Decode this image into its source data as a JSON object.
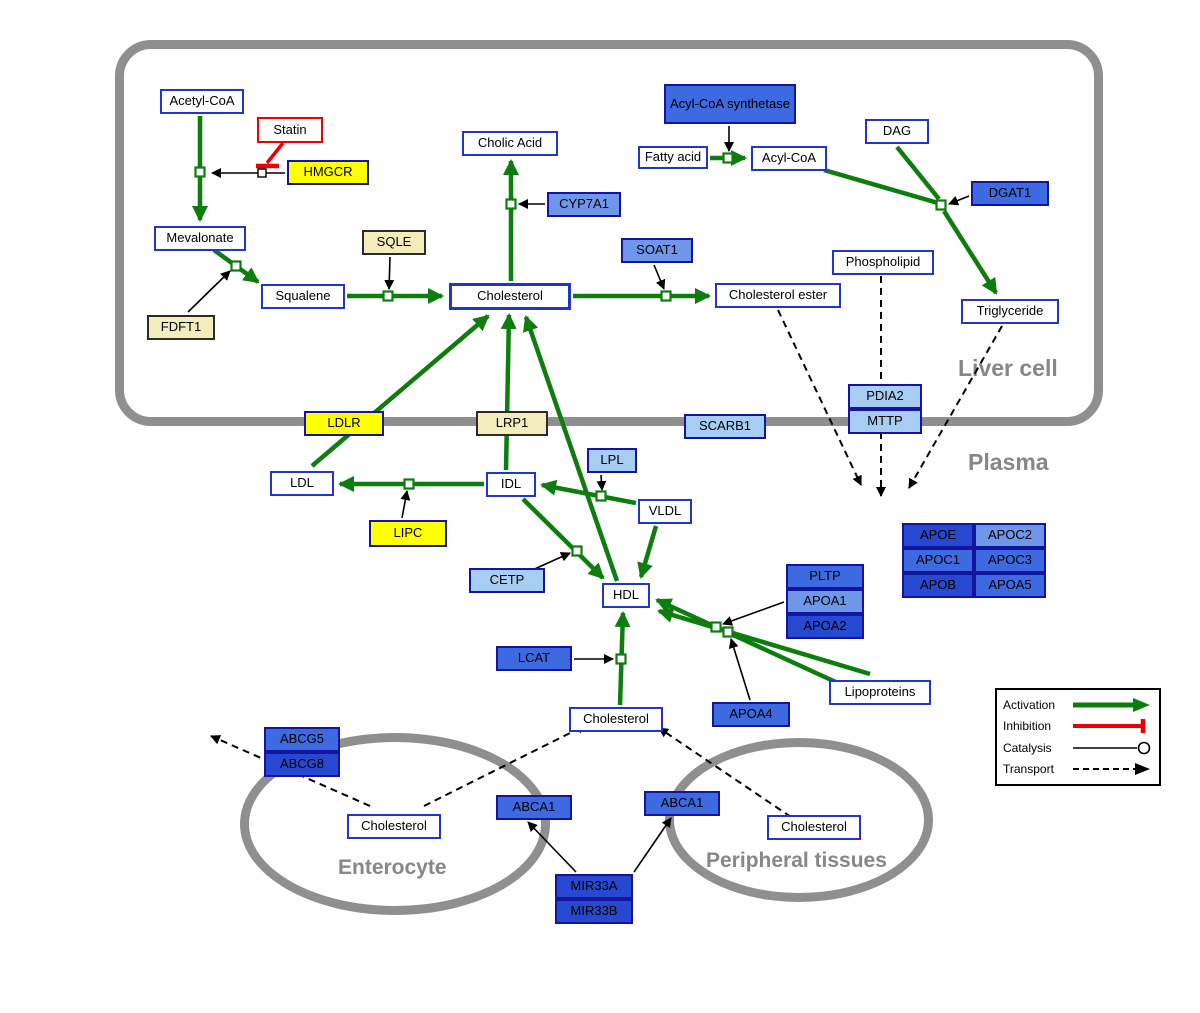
{
  "regions": {
    "liver": {
      "label": "Liver cell"
    },
    "plasma": {
      "label": "Plasma"
    },
    "enterocyte": {
      "label": "Enterocyte"
    },
    "peripheral": {
      "label": "Peripheral tissues"
    }
  },
  "nodes": {
    "acetyl_coa": {
      "label": "Acetyl-CoA",
      "type": "metabolite"
    },
    "mevalonate": {
      "label": "Mevalonate",
      "type": "metabolite"
    },
    "squalene": {
      "label": "Squalene",
      "type": "metabolite"
    },
    "cholesterol_liver": {
      "label": "Cholesterol",
      "type": "metabolite"
    },
    "cholic_acid": {
      "label": "Cholic Acid",
      "type": "metabolite"
    },
    "fatty_acid": {
      "label": "Fatty acid",
      "type": "metabolite"
    },
    "acyl_coa": {
      "label": "Acyl-CoA",
      "type": "metabolite"
    },
    "dag": {
      "label": "DAG",
      "type": "metabolite"
    },
    "phospholipid": {
      "label": "Phospholipid",
      "type": "metabolite"
    },
    "triglyceride": {
      "label": "Triglyceride",
      "type": "metabolite"
    },
    "cholesterol_ester": {
      "label": "Cholesterol ester",
      "type": "metabolite"
    },
    "ldl": {
      "label": "LDL",
      "type": "metabolite"
    },
    "idl": {
      "label": "IDL",
      "type": "metabolite"
    },
    "vldl": {
      "label": "VLDL",
      "type": "metabolite"
    },
    "hdl": {
      "label": "HDL",
      "type": "metabolite"
    },
    "cholesterol_plasma": {
      "label": "Cholesterol",
      "type": "metabolite"
    },
    "cholesterol_enterocyte": {
      "label": "Cholesterol",
      "type": "metabolite"
    },
    "cholesterol_peripheral": {
      "label": "Cholesterol",
      "type": "metabolite"
    },
    "lipoproteins": {
      "label": "Lipoproteins",
      "type": "metabolite"
    },
    "statin": {
      "label": "Statin",
      "type": "drug"
    },
    "hmgcr": {
      "label": "HMGCR",
      "type": "gene"
    },
    "sqle": {
      "label": "SQLE",
      "type": "gene"
    },
    "fdft1": {
      "label": "FDFT1",
      "type": "gene"
    },
    "cyp7a1": {
      "label": "CYP7A1",
      "type": "gene"
    },
    "soat1": {
      "label": "SOAT1",
      "type": "gene"
    },
    "acyl_coa_synthetase": {
      "label": "Acyl-CoA synthetase",
      "type": "gene"
    },
    "dgat1": {
      "label": "DGAT1",
      "type": "gene"
    },
    "pdia2": {
      "label": "PDIA2",
      "type": "gene"
    },
    "mttp": {
      "label": "MTTP",
      "type": "gene"
    },
    "scarb1": {
      "label": "SCARB1",
      "type": "gene"
    },
    "ldlr": {
      "label": "LDLR",
      "type": "gene"
    },
    "lrp1": {
      "label": "LRP1",
      "type": "gene"
    },
    "lpl": {
      "label": "LPL",
      "type": "gene"
    },
    "lipc": {
      "label": "LIPC",
      "type": "gene"
    },
    "cetp": {
      "label": "CETP",
      "type": "gene"
    },
    "lcat": {
      "label": "LCAT",
      "type": "gene"
    },
    "pltp": {
      "label": "PLTP",
      "type": "gene"
    },
    "apoa1": {
      "label": "APOA1",
      "type": "gene"
    },
    "apoa2": {
      "label": "APOA2",
      "type": "gene"
    },
    "apoa4": {
      "label": "APOA4",
      "type": "gene"
    },
    "apoe": {
      "label": "APOE",
      "type": "gene"
    },
    "apoc2": {
      "label": "APOC2",
      "type": "gene"
    },
    "apoc1": {
      "label": "APOC1",
      "type": "gene"
    },
    "apoc3": {
      "label": "APOC3",
      "type": "gene"
    },
    "apob": {
      "label": "APOB",
      "type": "gene"
    },
    "apoa5": {
      "label": "APOA5",
      "type": "gene"
    },
    "abcg5": {
      "label": "ABCG5",
      "type": "gene"
    },
    "abcg8": {
      "label": "ABCG8",
      "type": "gene"
    },
    "abca1_left": {
      "label": "ABCA1",
      "type": "gene"
    },
    "abca1_right": {
      "label": "ABCA1",
      "type": "gene"
    },
    "mir33a": {
      "label": "MIR33A",
      "type": "gene"
    },
    "mir33b": {
      "label": "MIR33B",
      "type": "gene"
    }
  },
  "legend": {
    "items": [
      {
        "label": "Activation"
      },
      {
        "label": "Inhibition"
      },
      {
        "label": "Catalysis"
      },
      {
        "label": "Transport"
      }
    ]
  },
  "colors": {
    "activation": "#0d7d0d",
    "inhibition": "#ee0000",
    "catalysis": "#000000",
    "transport": "#000000",
    "membrane": "#8f8f8f",
    "metabolite_border": "#1f35cc",
    "gene_yellow": "#ffff00",
    "gene_pale_yellow": "#f2edbb",
    "gene_light_blue": "#a8cdf2",
    "gene_medium_blue": "#6e97ea",
    "gene_blue": "#3d6ae0",
    "gene_dark_blue": "#2749d2"
  }
}
